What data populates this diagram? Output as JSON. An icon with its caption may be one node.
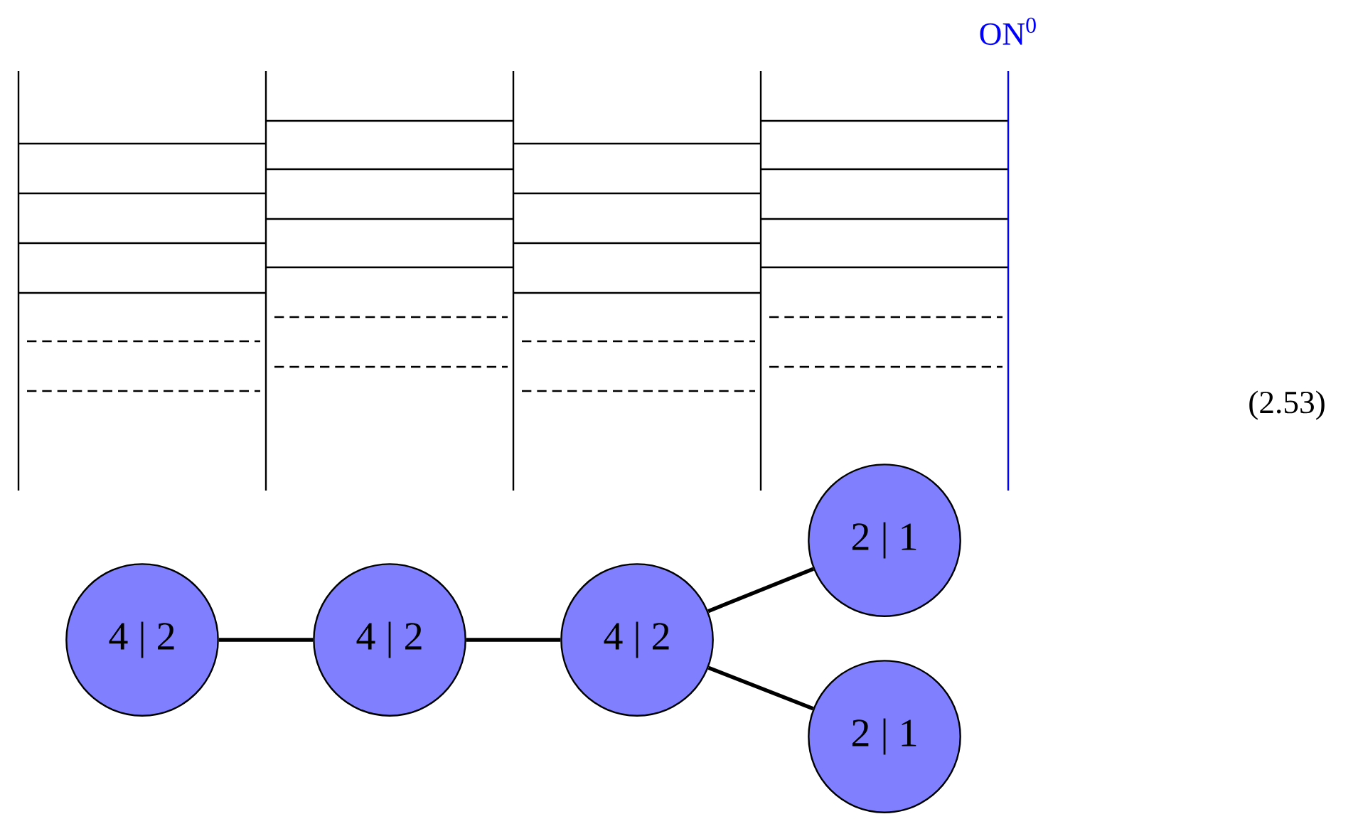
{
  "diagram": {
    "nodes": [
      {
        "text": [
          "4 | 2"
        ]
      },
      {
        "text": [
          "4 | 2"
        ]
      },
      {
        "text": [
          "4 | 2"
        ]
      },
      {
        "text": [
          "2 | 1"
        ]
      },
      {
        "text": [
          "2 | 1"
        ]
      }
    ],
    "edges": [
      {
        "from": 0,
        "to": 1,
        "arrow": "none"
      },
      {
        "from": 1,
        "to": 2,
        "arrow": "none"
      },
      {
        "from": 2,
        "to": 3,
        "arrow": "none"
      },
      {
        "from": 2,
        "to": 4,
        "arrow": "none"
      }
    ],
    "labels": [
      "ON$^{0}$",
      "(2.53)"
    ]
  }
}
